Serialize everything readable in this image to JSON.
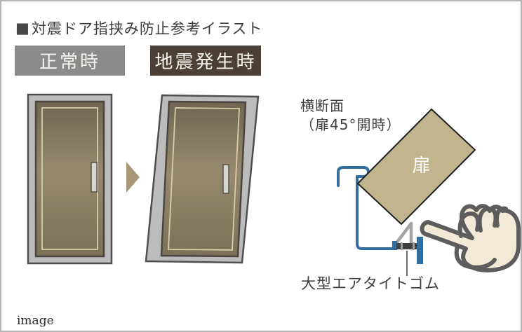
{
  "title": {
    "bullet": "■",
    "text": "対震ドア指挟み防止参考イラスト"
  },
  "states": {
    "normal_label": "正常時",
    "earthquake_label": "地震発生時"
  },
  "cross_section": {
    "heading_line1": "横断面",
    "heading_line2": "（扉45°開時）",
    "door_label": "扉",
    "rubber_label": "大型エアタイトゴム"
  },
  "caption": "image",
  "icons": {
    "transition_arrow": "right-arrow-triangle",
    "pointing_hand": "pointing-hand"
  },
  "colors": {
    "badge_normal_bg": "#8B8B8B",
    "badge_earthquake_bg": "#4C4036",
    "door_panel": "#95886D",
    "door_trim_line": "#D9CDA9",
    "frame_gray": "#BCBCBC",
    "arrow": "#A89878",
    "cross_section_door": "#C2B48C",
    "frame_profile_blue": "#316FA3",
    "rubber_dark": "#3F3F3F",
    "hand_fill": "#F2EAD6",
    "hand_outline": "#5D5D5D",
    "text": "#3A3A3A"
  }
}
